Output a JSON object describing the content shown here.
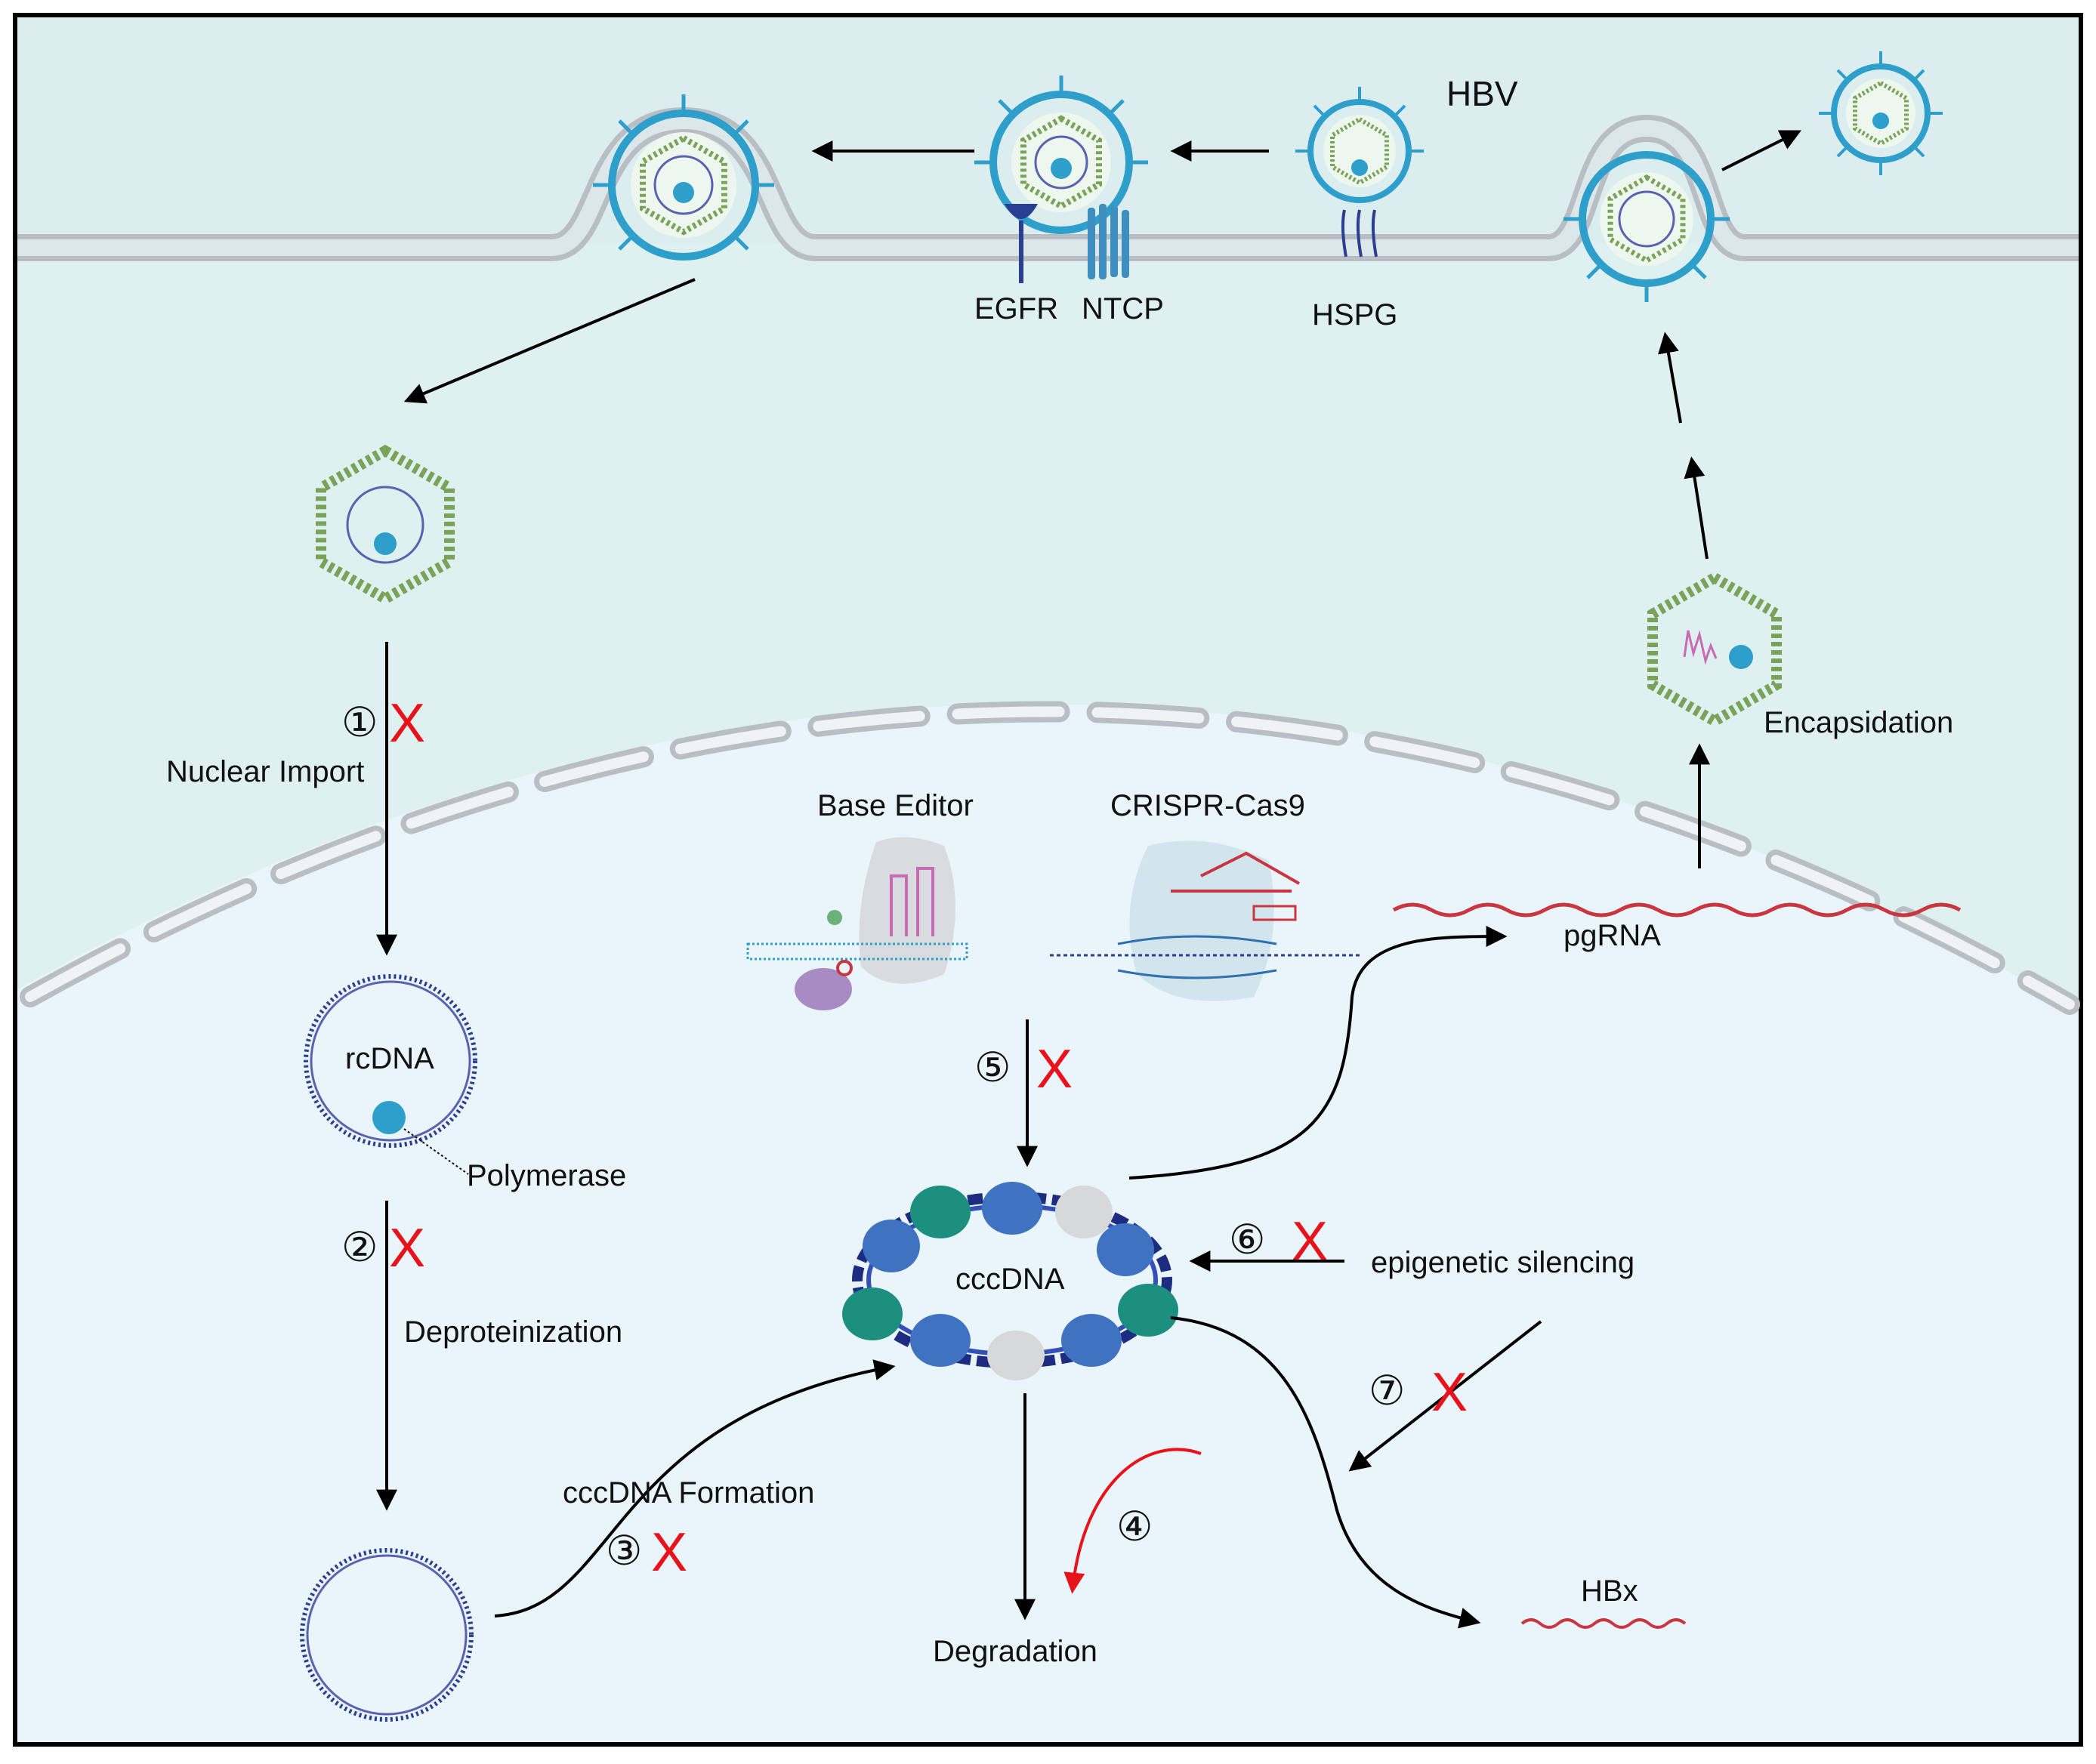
{
  "labels": {
    "hbv": "HBV",
    "egfr": "EGFR",
    "ntcp": "NTCP",
    "hspg": "HSPG",
    "nuclear_import": "Nuclear Import",
    "rcdna": "rcDNA",
    "polymerase": "Polymerase",
    "deproteinization": "Deproteinization",
    "cccdna_formation": "cccDNA  Formation",
    "cccdna": "cccDNA",
    "degradation": "Degradation",
    "base_editor": "Base Editor",
    "crispr_cas9": "CRISPR-Cas9",
    "pgrna": "pgRNA",
    "encapsidation": "Encapsidation",
    "epigenetic_silencing": "epigenetic silencing",
    "hbx": "HBx"
  },
  "steps": {
    "s1": "①",
    "s2": "②",
    "s3": "③",
    "s4": "④",
    "s5": "⑤",
    "s6": "⑥",
    "s7": "⑦"
  },
  "block_mark": "X",
  "colors": {
    "cytoplasm": "#dff0f1",
    "nucleus": "#eaf4fb",
    "membrane": "#bcc2c8",
    "virion_ring": "#2e9fcb",
    "capsid": "#7aa35a",
    "dna": "#2a3f92",
    "nucleosome_blue": "#3f73c2",
    "nucleosome_teal": "#1d8f7f",
    "nucleosome_grey": "#d6d8da",
    "rna": "#c9363f",
    "inhibit": "#e8121a"
  }
}
